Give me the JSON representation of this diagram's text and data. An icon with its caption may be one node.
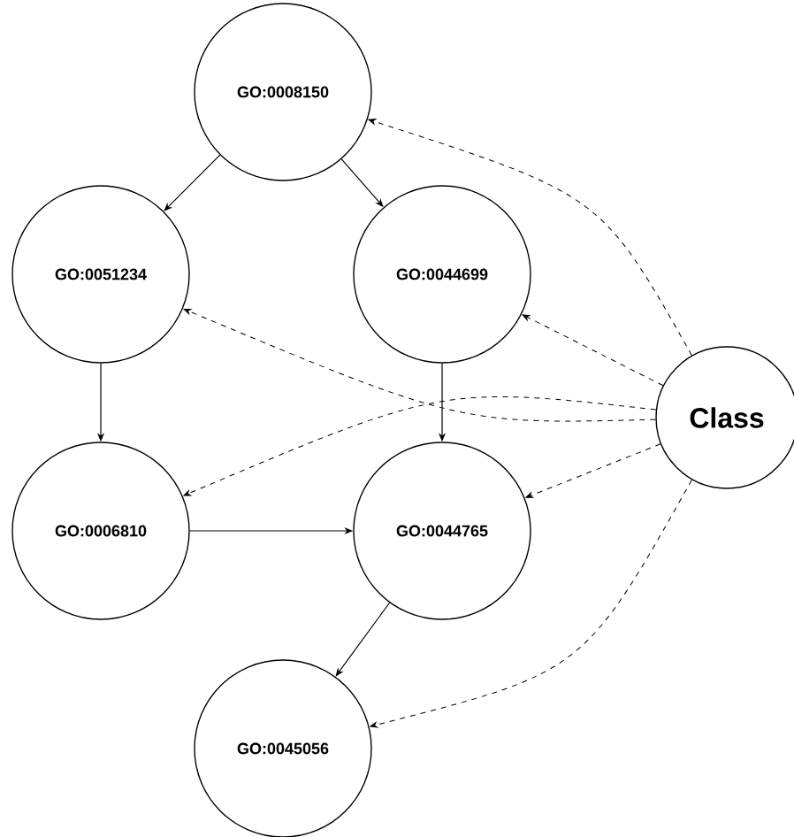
{
  "diagram": {
    "nodes": [
      {
        "text": [
          "GO:0008150"
        ]
      },
      {
        "text": [
          "GO:0051234"
        ]
      },
      {
        "text": [
          "GO:0044699"
        ]
      },
      {
        "text": [
          "GO:0006810"
        ]
      },
      {
        "text": [
          "GO:0044765"
        ]
      },
      {
        "text": [
          "GO:0045056"
        ]
      },
      {
        "text": [
          "Class"
        ]
      }
    ],
    "edges": [
      {
        "from": 0,
        "to": 1,
        "arrow": "to"
      },
      {
        "from": 0,
        "to": 2,
        "arrow": "to"
      },
      {
        "from": 1,
        "to": 3,
        "arrow": "to"
      },
      {
        "from": 2,
        "to": 4,
        "arrow": "to"
      },
      {
        "from": 3,
        "to": 4,
        "arrow": "to"
      },
      {
        "from": 4,
        "to": 5,
        "arrow": "to"
      },
      {
        "from": 6,
        "to": 0,
        "arrow": "to",
        "style": "dashed"
      },
      {
        "from": 6,
        "to": 2,
        "arrow": "to",
        "style": "dashed"
      },
      {
        "from": 6,
        "to": 1,
        "arrow": "to",
        "style": "dashed"
      },
      {
        "from": 6,
        "to": 3,
        "arrow": "to",
        "style": "dashed"
      },
      {
        "from": 6,
        "to": 4,
        "arrow": "to",
        "style": "dashed"
      },
      {
        "from": 6,
        "to": 5,
        "arrow": "to",
        "style": "dashed"
      }
    ]
  }
}
